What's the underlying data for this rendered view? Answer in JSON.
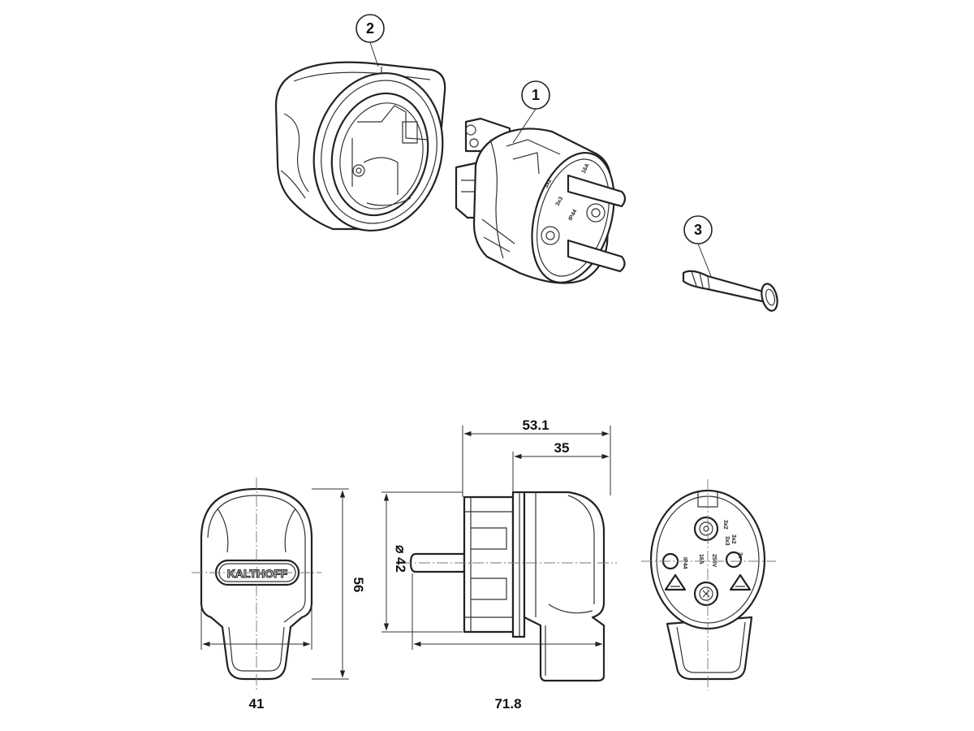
{
  "callouts": [
    {
      "label": "1"
    },
    {
      "label": "2"
    },
    {
      "label": "3"
    }
  ],
  "dimensions": {
    "width_front": "41",
    "height_front": "56",
    "diameter": "⌀ 42",
    "length_total": "71.8",
    "top_overall": "53.1",
    "top_partial": "35"
  },
  "brand_mark": "KALTHOFF",
  "face_markings": [
    "3x2",
    "3x2",
    "3x3",
    "3x",
    "IP44",
    "16A",
    "250V"
  ]
}
